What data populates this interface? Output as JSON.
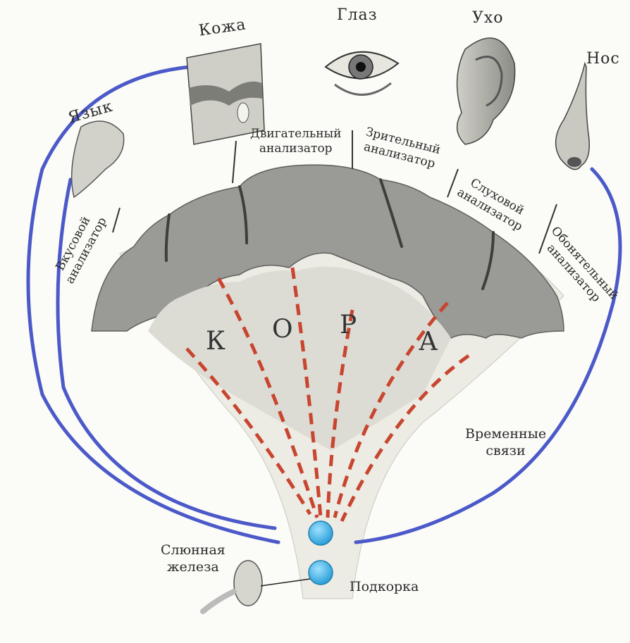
{
  "organs": {
    "skin": "Кожа",
    "eye": "Глаз",
    "ear": "Ухо",
    "nose": "Нос",
    "tongue": "Язык"
  },
  "analyzers": {
    "motor": "Двигательный\nанализатор",
    "visual": "Зрительный\nанализатор",
    "auditory": "Слуховой\nанализатор",
    "olfactory": "Обонятельный\nанализатор",
    "taste": "Вкусовой\nанализатор"
  },
  "cortex_letters": [
    "К",
    "О",
    "Р",
    "А"
  ],
  "labels": {
    "temporary_connections": "Временные\nсвязи",
    "salivary_gland": "Слюнная\nжелеза",
    "subcortex": "Подкорка"
  },
  "colors": {
    "cortex_dark": "#8f8f8f",
    "cortex_light": "#d9d9d2",
    "white_matter": "#ecebe4",
    "pathway_red": "#c8452f",
    "connection_blue": "#4b59c9",
    "subcortex_node": "#3fb0e6"
  }
}
